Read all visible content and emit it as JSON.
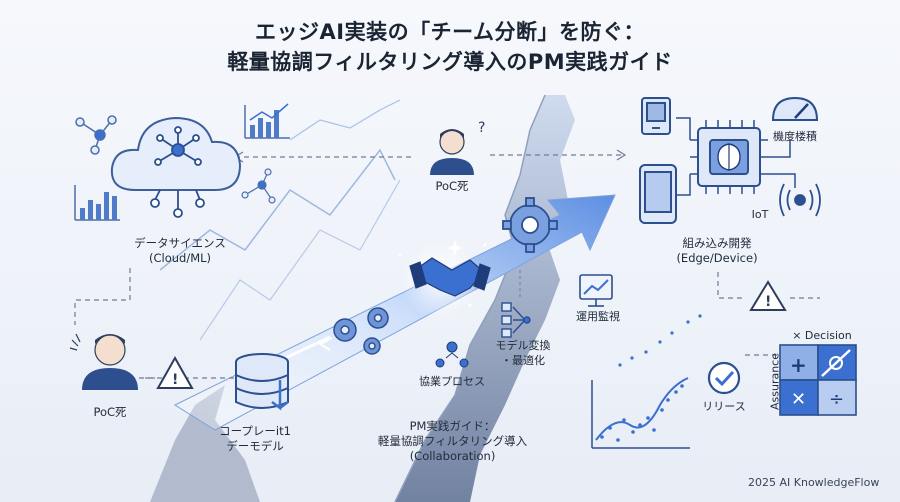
{
  "title": {
    "line1": "エッジAI実装の「チーム分断」を防ぐ：",
    "line2": "軽量協調フィルタリング導入のPM実践ガイド"
  },
  "nodes": {
    "data_science": {
      "line1": "データサイエンス",
      "line2": "(Cloud/ML)"
    },
    "embedded": {
      "line1": "組み込み開発",
      "line2": "(Edge/Device)"
    },
    "poc_top": "PoC死",
    "poc_left": "PoC死",
    "model_left": {
      "line1": "コープレーit1",
      "line2": "デーモデル"
    },
    "collab_process": "協業プロセス",
    "model_convert": {
      "line1": "モデル変換",
      "line2": "・最適化"
    },
    "ops_monitor": "運用監視",
    "release": "リリース",
    "device_spec": "機度楼積",
    "iot": "IoT",
    "center_caption": {
      "line1": "PM実践ガイド：",
      "line2": "軽量協調フィルタリング導入",
      "line3": "(Collaboration)"
    },
    "matrix": {
      "top": "× Decision",
      "side": "Assurance"
    }
  },
  "footer": "2025 AI KnowledgeFlow",
  "colors": {
    "accent": "#3b6fd0",
    "dark": "#1f3d7a",
    "light": "#cfdcf3"
  }
}
